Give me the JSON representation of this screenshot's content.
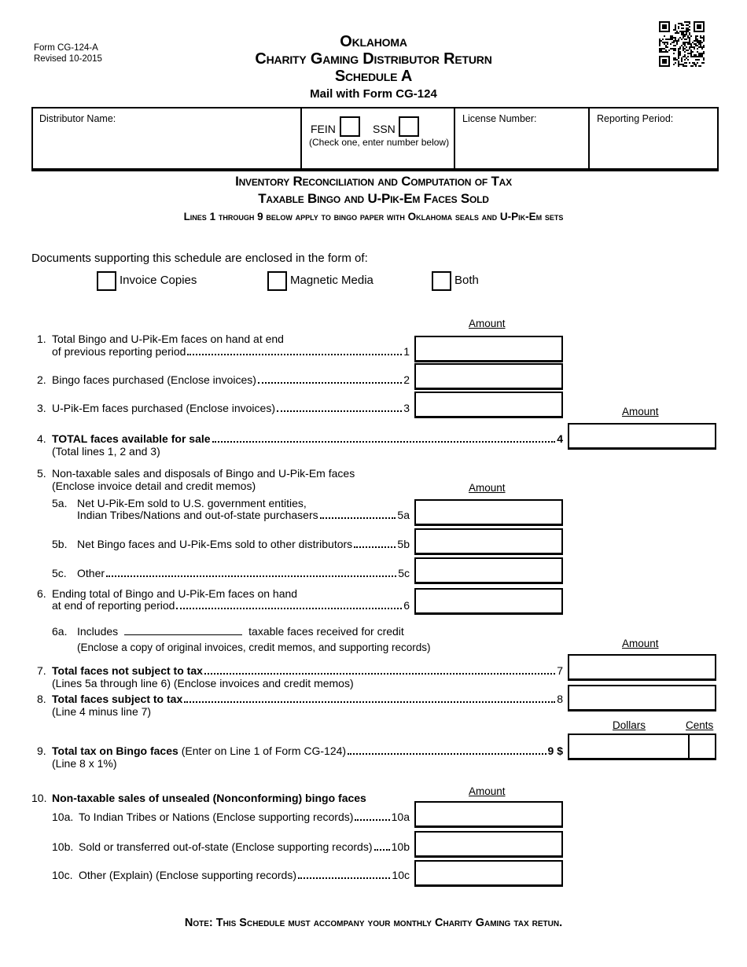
{
  "header": {
    "form_number": "Form CG-124-A",
    "revised": "Revised 10-2015",
    "title1": "Oklahoma",
    "title2": "Charity Gaming Distributor Return",
    "title3": "Schedule A",
    "mail_note": "Mail with Form CG-124"
  },
  "info_box": {
    "distributor_name": "Distributor Name:",
    "fein": "FEIN",
    "ssn": "SSN",
    "check_note": "(Check one, enter number below)",
    "license": "License Number:",
    "reporting": "Reporting Period:"
  },
  "section": {
    "h1": "Inventory Reconciliation and Computation of Tax",
    "h2": "Taxable Bingo and U-Pik-Em Faces Sold",
    "sub": "Lines 1 through 9 below apply to bingo paper with Oklahoma seals and U-Pik-Em sets"
  },
  "documents": {
    "prompt": "Documents supporting this schedule are enclosed in the form of:",
    "opt1": "Invoice Copies",
    "opt2": "Magnetic Media",
    "opt3": "Both"
  },
  "labels": {
    "amount": "Amount",
    "dollars": "Dollars",
    "cents": "Cents"
  },
  "lines": {
    "l1": {
      "num": "1.",
      "t1": "Total Bingo and U-Pik-Em faces on hand at end",
      "t2": "of previous reporting period",
      "ref": "1"
    },
    "l2": {
      "num": "2.",
      "t1": "Bingo faces purchased (Enclose invoices)",
      "ref": "2"
    },
    "l3": {
      "num": "3.",
      "t1": "U-Pik-Em faces purchased (Enclose invoices)",
      "ref": "3"
    },
    "l4": {
      "num": "4.",
      "t1": "TOTAL faces available for sale",
      "ref": "4",
      "sub": "(Total lines 1, 2 and 3)"
    },
    "l5": {
      "num": "5.",
      "t1": "Non-taxable sales and disposals of Bingo and U-Pik-Em faces",
      "t2": "(Enclose invoice detail and credit memos)"
    },
    "l5a": {
      "num": "5a.",
      "t1": "Net U-Pik-Em sold to U.S. government entities,",
      "t2": "Indian Tribes/Nations and out-of-state purchasers",
      "ref": "5a"
    },
    "l5b": {
      "num": "5b.",
      "t1": "Net Bingo faces and U-Pik-Ems sold to other distributors",
      "ref": "5b"
    },
    "l5c": {
      "num": "5c.",
      "t1": "Other",
      "ref": "5c"
    },
    "l6": {
      "num": "6.",
      "t1": "Ending total of Bingo and U-Pik-Em faces on hand",
      "t2": "at end of reporting period",
      "ref": "6"
    },
    "l6a": {
      "num": "6a.",
      "t1": "Includes",
      "t2": "taxable faces received for credit",
      "sub": "(Enclose a copy of original invoices, credit memos, and supporting records)"
    },
    "l7": {
      "num": "7.",
      "t1": "Total faces not subject to tax",
      "ref": "7",
      "sub": "(Lines 5a through line 6) (Enclose invoices and credit memos)"
    },
    "l8": {
      "num": "8.",
      "t1": "Total faces subject to tax",
      "ref": "8",
      "sub": "(Line 4 minus line 7)"
    },
    "l9": {
      "num": "9.",
      "t1": "Total tax on Bingo faces",
      "t1b": "(Enter on Line 1 of Form CG-124)",
      "ref": "9 $",
      "sub": "(Line 8 x 1%)"
    },
    "l10": {
      "num": "10.",
      "t1": "Non-taxable sales of unsealed (Nonconforming) bingo faces"
    },
    "l10a": {
      "num": "10a.",
      "t1": "To Indian Tribes or Nations (Enclose supporting records)",
      "ref": "10a"
    },
    "l10b": {
      "num": "10b.",
      "t1": "Sold or transferred out-of-state (Enclose supporting records)",
      "ref": "10b"
    },
    "l10c": {
      "num": "10c.",
      "t1": "Other (Explain) (Enclose supporting records)",
      "ref": "10c"
    }
  },
  "note": "Note: This Schedule must accompany your monthly Charity Gaming tax retun."
}
